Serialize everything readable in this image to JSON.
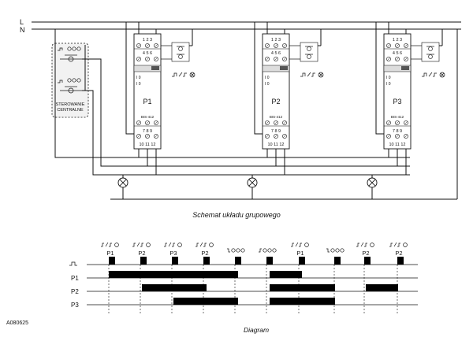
{
  "lines": {
    "L": "L",
    "N": "N"
  },
  "central": {
    "line1": "STEROWANIE",
    "line2": "CENTRALNE"
  },
  "relays": [
    {
      "name": "P1",
      "model": "BIS-412",
      "top1": "1 2 3",
      "top2": "4 5 6",
      "bot1": "7 8 9",
      "bot2": "10 11 12"
    },
    {
      "name": "P2",
      "model": "BIS-412",
      "top1": "1 2 3",
      "top2": "4 5 6",
      "bot1": "7 8 9",
      "bot2": "10 11 12"
    },
    {
      "name": "P3",
      "model": "BIS-412",
      "top1": "1 2 3",
      "top2": "4 5 6",
      "bot1": "7 8 9",
      "bot2": "10 11 12"
    }
  ],
  "schematic_caption": "Schemat układu grupowego",
  "diagram_caption": "Diagram",
  "code": "A080625",
  "timing": {
    "rows": [
      "P1",
      "P2",
      "P3"
    ],
    "pulse_labels": [
      "P1",
      "P2",
      "P3",
      "P2",
      "",
      "",
      "P1",
      "",
      "P2",
      "P2"
    ]
  }
}
